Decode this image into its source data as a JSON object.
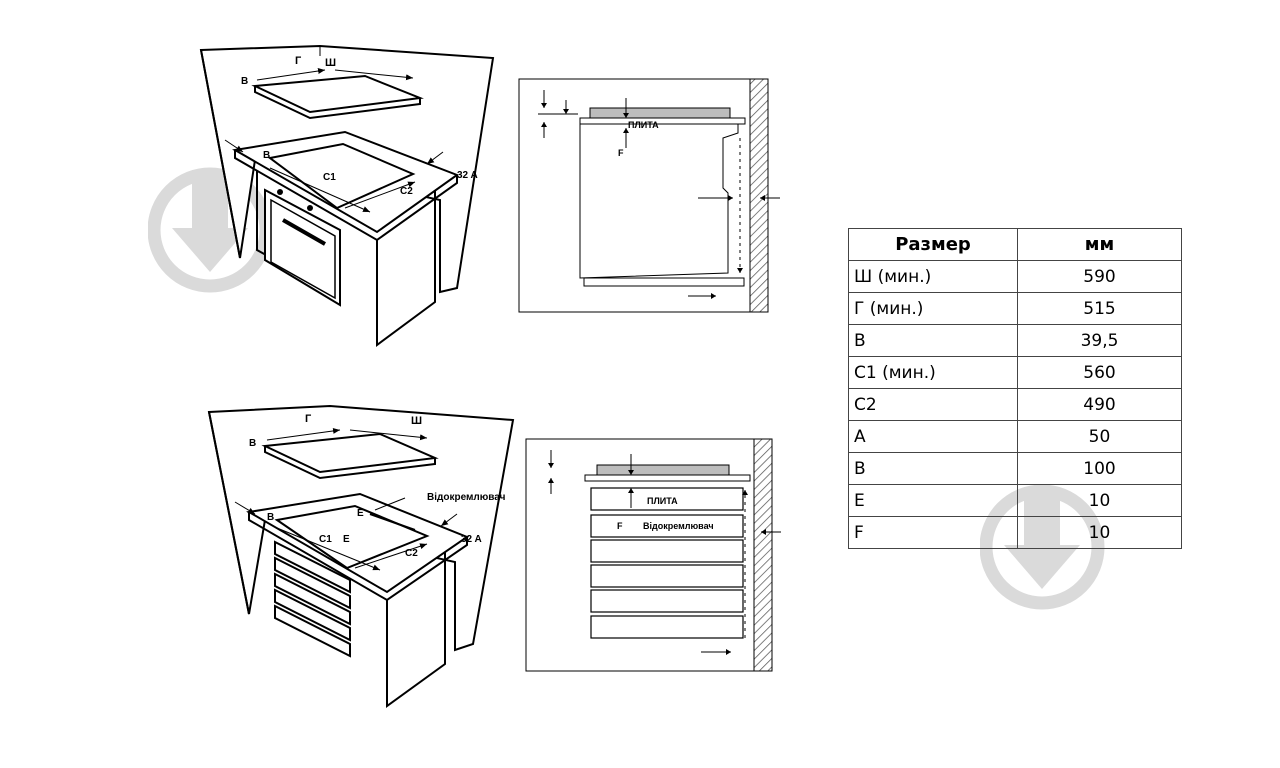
{
  "diagram_top": {
    "label_w": "Ш",
    "label_g": "Г",
    "label_v": "В",
    "label_c1": "С1",
    "label_c2": "С2",
    "label_32a": "32 A"
  },
  "section_top": {
    "plita": "ПЛИТА",
    "f": "F"
  },
  "diagram_bottom": {
    "label_w": "Ш",
    "label_g": "Г",
    "label_v": "В",
    "label_c1": "С1",
    "label_c2": "С2",
    "label_e": "E",
    "label_e2": "E",
    "label_32a": "32 A",
    "separator": "Відокремлювач"
  },
  "section_bottom": {
    "plita": "ПЛИТА",
    "f": "F",
    "separator": "Відокремлювач"
  },
  "table": {
    "header_name": "Размер",
    "header_unit": "мм",
    "rows": [
      {
        "name": "Ш (мин.)",
        "value": "590"
      },
      {
        "name": "Г (мин.)",
        "value": "515"
      },
      {
        "name": "В",
        "value": "39,5"
      },
      {
        "name": "С1 (мин.)",
        "value": "560"
      },
      {
        "name": "С2",
        "value": "490"
      },
      {
        "name": "A",
        "value": "50"
      },
      {
        "name": "B",
        "value": "100"
      },
      {
        "name": "E",
        "value": "10"
      },
      {
        "name": "F",
        "value": "10"
      }
    ]
  },
  "colors": {
    "watermark": "#d9d9d9",
    "wall_hatch": "#555555",
    "hob_fill": "#bdbdbd"
  },
  "icons": [
    "download-watermark-icon"
  ]
}
